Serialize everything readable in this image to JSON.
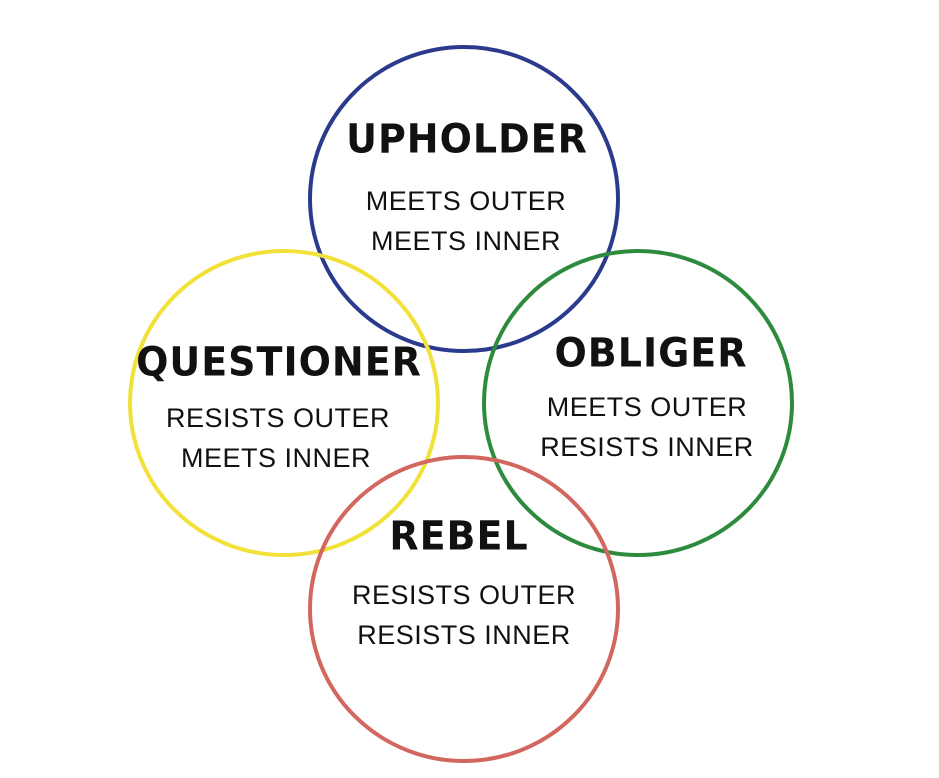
{
  "colors": {
    "upholder": "#2b3a8c",
    "questioner": "#f2e13a",
    "obliger": "#2e8b3e",
    "rebel": "#d1675e"
  },
  "upholder": {
    "title": "UPHOLDER",
    "line1": "MEETS OUTER",
    "line2": "MEETS INNER"
  },
  "questioner": {
    "title": "QUESTIONER",
    "line1": "RESISTS OUTER",
    "line2": "MEETS INNER"
  },
  "obliger": {
    "title": "OBLIGER",
    "line1": "MEETS OUTER",
    "line2": "RESISTS INNER"
  },
  "rebel": {
    "title": "REBEL",
    "line1": "RESISTS OUTER",
    "line2": "RESISTS INNER"
  }
}
